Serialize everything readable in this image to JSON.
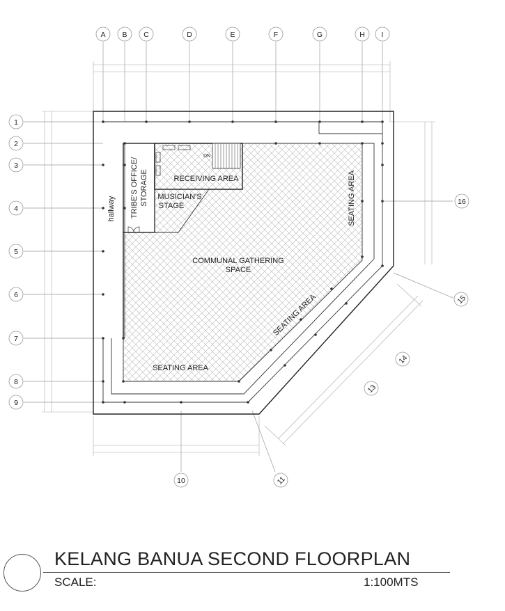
{
  "grid": {
    "columns": [
      "A",
      "B",
      "C",
      "D",
      "E",
      "F",
      "G",
      "H",
      "I"
    ],
    "rows": [
      "1",
      "2",
      "3",
      "4",
      "5",
      "6",
      "7",
      "8",
      "9"
    ],
    "extra": [
      "10",
      "11",
      "13",
      "14",
      "15",
      "16"
    ]
  },
  "rooms": {
    "hallway": "hallway",
    "tribe_office_line1": "TRIBE'S OFFICE/",
    "tribe_office_line2": "STORAGE",
    "receiving": "RECEIVING AREA",
    "stage_line1": "MUSICIAN'S",
    "stage_line2": "STAGE",
    "communal_line1": "COMMUNAL GATHERING",
    "communal_line2": "SPACE",
    "seating_right": "SEATING AREA",
    "seating_diagonal": "SEATING AREA",
    "seating_bottom": "SEATING AREA",
    "stair_label": "DN"
  },
  "title_block": {
    "title": "KELANG BANUA SECOND FLOORPLAN",
    "scale_label": "SCALE:",
    "scale_value": "1:100MTS"
  }
}
